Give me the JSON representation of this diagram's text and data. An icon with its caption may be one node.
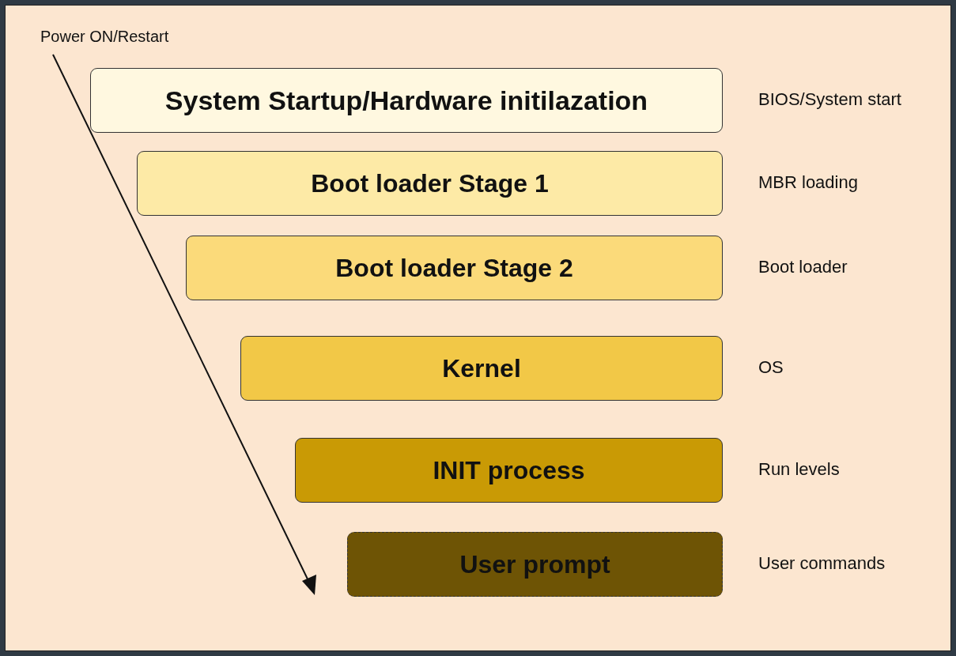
{
  "diagram": {
    "nodes": [
      {
        "text": [
          "System Startup/Hardware initilazation"
        ],
        "beside": [
          "BIOS/System start"
        ]
      },
      {
        "text": [
          "Boot loader Stage 1"
        ],
        "beside": [
          "MBR loading"
        ]
      },
      {
        "text": [
          "Boot loader Stage 2"
        ],
        "beside": [
          "Boot loader"
        ]
      },
      {
        "text": [
          "Kernel"
        ],
        "beside": [
          "OS"
        ]
      },
      {
        "text": [
          "INIT process"
        ],
        "beside": [
          "Run levels"
        ]
      },
      {
        "text": [
          "User prompt"
        ],
        "beside": [
          "User commands"
        ]
      }
    ],
    "labels": [
      "Power ON/Restart"
    ]
  }
}
